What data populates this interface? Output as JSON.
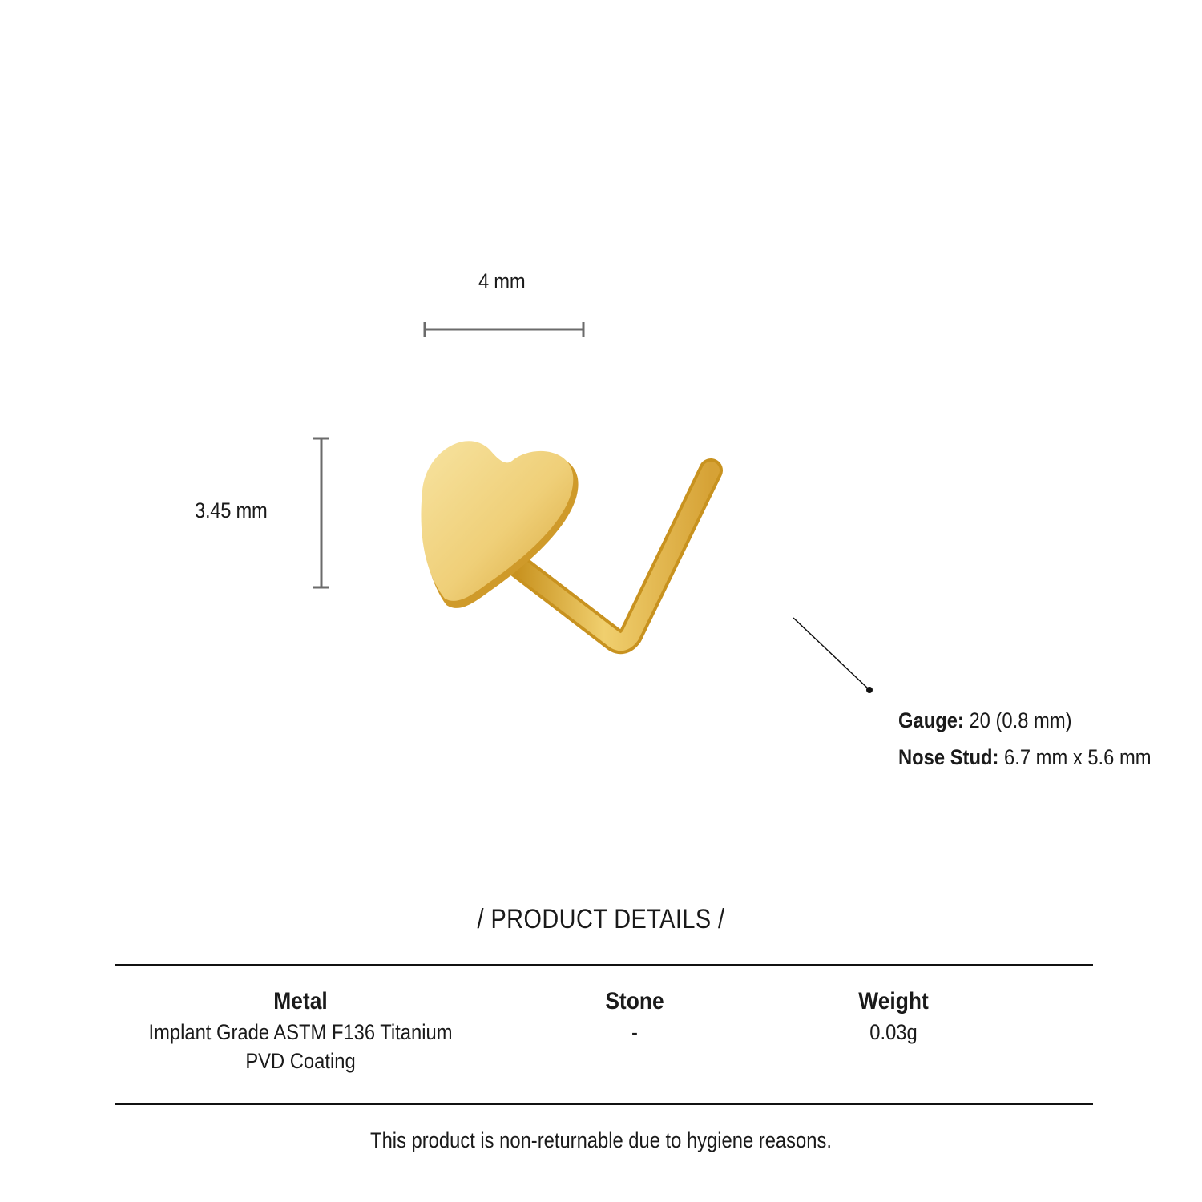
{
  "dimensions": {
    "width_label": "4 mm",
    "height_label": "3.45 mm"
  },
  "product_image": {
    "description": "Gold heart L-shaped nose stud",
    "colors": {
      "gold_light": "#f3d98a",
      "gold_mid": "#e3b94b",
      "gold_dark": "#c8921f"
    }
  },
  "specs": {
    "gauge_label": "Gauge:",
    "gauge_value": "20 (0.8 mm)",
    "stud_label": "Nose Stud:",
    "stud_value": "6.7 mm x 5.6 mm"
  },
  "details": {
    "title": "/ PRODUCT DETAILS /",
    "columns": [
      {
        "header": "Metal",
        "lines": [
          "Implant Grade ASTM F136 Titanium",
          "PVD Coating"
        ]
      },
      {
        "header": "Stone",
        "lines": [
          "-"
        ]
      },
      {
        "header": "Weight",
        "lines": [
          "0.03g"
        ]
      }
    ]
  },
  "footer_note": "This product is non-returnable due to hygiene reasons."
}
